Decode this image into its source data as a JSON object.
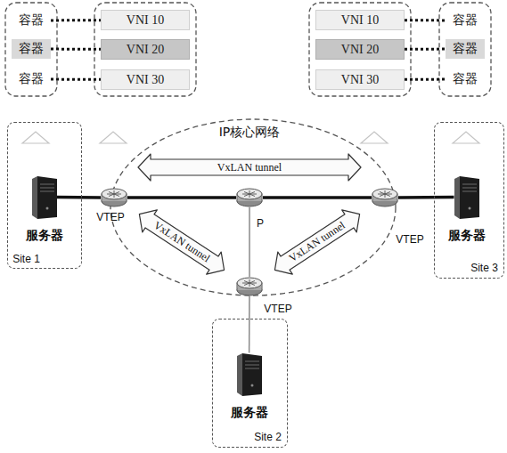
{
  "diagram": {
    "nodes": [
      {
        "text": [
          "容器"
        ]
      },
      {
        "text": [
          "容器"
        ]
      },
      {
        "text": [
          "容器"
        ]
      },
      {
        "text": [
          "VNI 10"
        ]
      },
      {
        "text": [
          "VNI 20"
        ]
      },
      {
        "text": [
          "VNI 30"
        ]
      },
      {
        "text": [
          "VNI 10"
        ]
      },
      {
        "text": [
          "VNI 20"
        ]
      },
      {
        "text": [
          "VNI 30"
        ]
      },
      {
        "text": [
          "容器"
        ]
      },
      {
        "text": [
          "容器"
        ]
      },
      {
        "text": [
          "容器"
        ]
      },
      {
        "text": [
          "IP核心网络"
        ]
      },
      {
        "text": [
          "VTEP"
        ],
        "in": 12
      },
      {
        "text": [
          "P"
        ],
        "in": 12
      },
      {
        "text": [
          "VTEP"
        ],
        "in": 12
      },
      {
        "text": [
          "VTEP"
        ],
        "in": 12
      },
      {
        "text": [
          "Site 1"
        ]
      },
      {
        "text": [
          "服务器"
        ],
        "in": 17
      },
      {
        "text": [
          "Site 3"
        ]
      },
      {
        "text": [
          "服务器"
        ],
        "in": 19
      },
      {
        "text": [
          "Site 2"
        ]
      },
      {
        "text": [
          "服务器"
        ],
        "in": 21
      }
    ],
    "edges": [
      {
        "from": 0,
        "to": 3,
        "arrow": "none"
      },
      {
        "from": 1,
        "to": 4,
        "arrow": "none"
      },
      {
        "from": 2,
        "to": 5,
        "arrow": "none"
      },
      {
        "from": 6,
        "to": 9,
        "arrow": "none"
      },
      {
        "from": 7,
        "to": 10,
        "arrow": "none"
      },
      {
        "from": 8,
        "to": 11,
        "arrow": "none"
      },
      {
        "from": 18,
        "to": 13,
        "arrow": "none"
      },
      {
        "from": 13,
        "to": 14,
        "arrow": "none"
      },
      {
        "from": 14,
        "to": 15,
        "arrow": "none"
      },
      {
        "from": 15,
        "to": 20,
        "arrow": "none"
      },
      {
        "from": 14,
        "to": 16,
        "arrow": "none"
      },
      {
        "from": 16,
        "to": 22,
        "arrow": "none"
      },
      {
        "from": 13,
        "to": 15,
        "label": "VxLAN tunnel",
        "arrow": "both"
      },
      {
        "from": 13,
        "to": 16,
        "label": "VxLAN tunnel",
        "arrow": "both"
      },
      {
        "from": 16,
        "to": 15,
        "label": "VxLAN tunnel",
        "arrow": "both"
      }
    ]
  }
}
